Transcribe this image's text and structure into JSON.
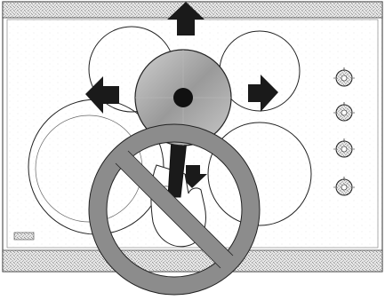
{
  "cooktop": {
    "brand_label": "",
    "model_label": "",
    "knobs": [
      {
        "name": "knob-1"
      },
      {
        "name": "knob-2"
      },
      {
        "name": "knob-3"
      },
      {
        "name": "knob-4"
      }
    ]
  },
  "instruction": {
    "prohibited_action": "sliding-cookware",
    "allowed_directions": [
      "up",
      "left",
      "right",
      "down"
    ]
  },
  "colors": {
    "arrow": "#1a1a1a",
    "prohibition_sign": "#8c8c8c",
    "cookware_fill": "#a0a0a0",
    "frame_pattern": "#bdbdbd",
    "outline": "#222222"
  },
  "icons": {
    "arrow_up": "arrow-up-icon",
    "arrow_down": "arrow-down-icon",
    "arrow_left": "arrow-left-icon",
    "arrow_right": "arrow-right-icon",
    "prohibition": "no-symbol-icon",
    "hand": "hand-icon"
  }
}
